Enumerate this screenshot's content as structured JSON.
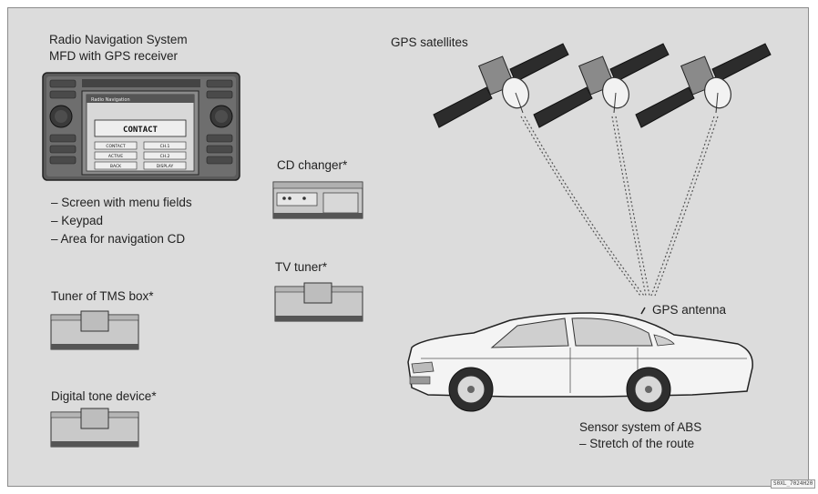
{
  "labels": {
    "radio_line1": "Radio Navigation System",
    "radio_line2": "MFD with GPS receiver",
    "features": [
      "– Screen with menu fields",
      "– Keypad",
      "– Area for navigation CD"
    ],
    "tms": "Tuner of TMS box*",
    "digital_tone": "Digital tone device*",
    "cd_changer": "CD changer*",
    "tv_tuner": "TV tuner*",
    "gps_satellites": "GPS satellites",
    "gps_antenna": "GPS antenna",
    "sensor_line1": "Sensor system of ABS",
    "sensor_line2": "– Stretch of the route",
    "figure_code": "S0XL_7024H20"
  },
  "screen": {
    "header": "Radio Navigation",
    "title": "CONTACT",
    "buttons": [
      "CONTACT",
      "CH.1",
      "ACTIVE",
      "CH.2",
      "BACK",
      "DISPLAY"
    ]
  }
}
